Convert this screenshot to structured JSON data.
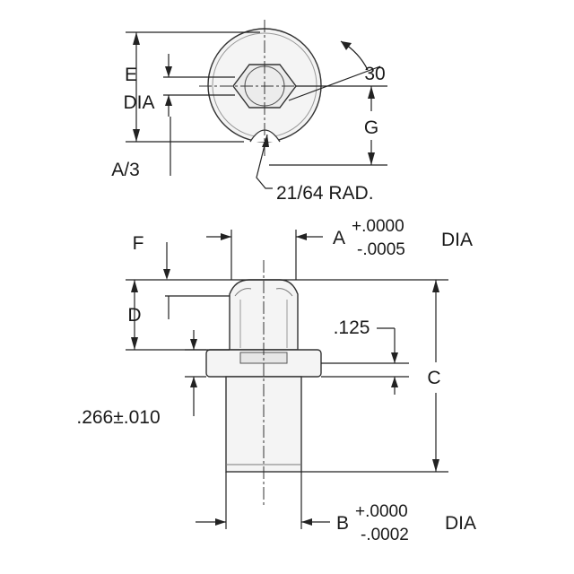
{
  "top_view": {
    "label_e": "E",
    "label_dia": "DIA",
    "label_a3": "A/3",
    "label_30": "30",
    "label_g": "G",
    "label_rad": "21/64 RAD."
  },
  "side_view": {
    "label_f": "F",
    "label_a": "A",
    "label_a_tol_plus": "+.0000",
    "label_a_tol_minus": "-.0005",
    "label_a_dia": "DIA",
    "label_d": "D",
    "label_125": ".125",
    "label_c": "C",
    "label_266": ".266±.010",
    "label_b": "B",
    "label_b_tol_plus": "+.0000",
    "label_b_tol_minus": "-.0002",
    "label_b_dia": "DIA"
  }
}
